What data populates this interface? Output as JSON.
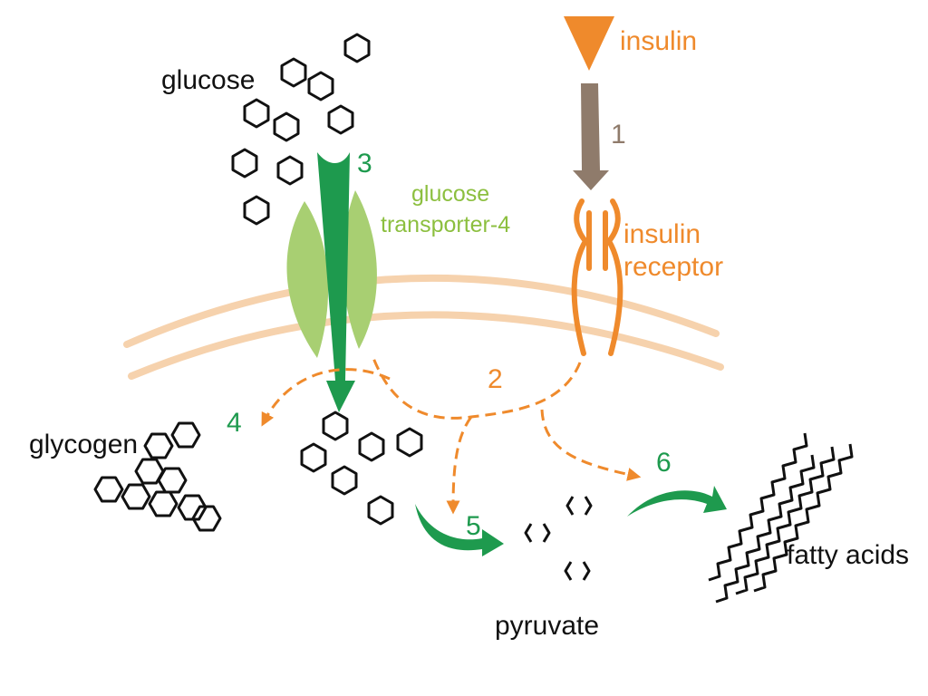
{
  "labels": {
    "glucose": "glucose",
    "insulin": "insulin",
    "glucose_transporter_line1": "glucose",
    "glucose_transporter_line2": "transporter-4",
    "insulin_receptor_line1": "insulin",
    "insulin_receptor_line2": "receptor",
    "glycogen": "glycogen",
    "pyruvate": "pyruvate",
    "fatty_acids": "fatty acids"
  },
  "steps": {
    "step1": "1",
    "step2": "2",
    "step3": "3",
    "step4": "4",
    "step5": "5",
    "step6": "6"
  },
  "colors": {
    "insulin_orange": "#ef8a2c",
    "membrane": "#f6d2ad",
    "transporter_green": "#a8cf72",
    "flow_green": "#1e9a4e",
    "brown_arrow": "#8f7b6b",
    "molecule_outline": "#111111"
  },
  "icons": {
    "glucose": "hexagon-icon",
    "pyruvate": "broken-hexagon-icon",
    "glycogen": "branched-hexagon-chain-icon",
    "fatty_acids": "zigzag-chain-icon",
    "insulin": "triangle-icon"
  }
}
